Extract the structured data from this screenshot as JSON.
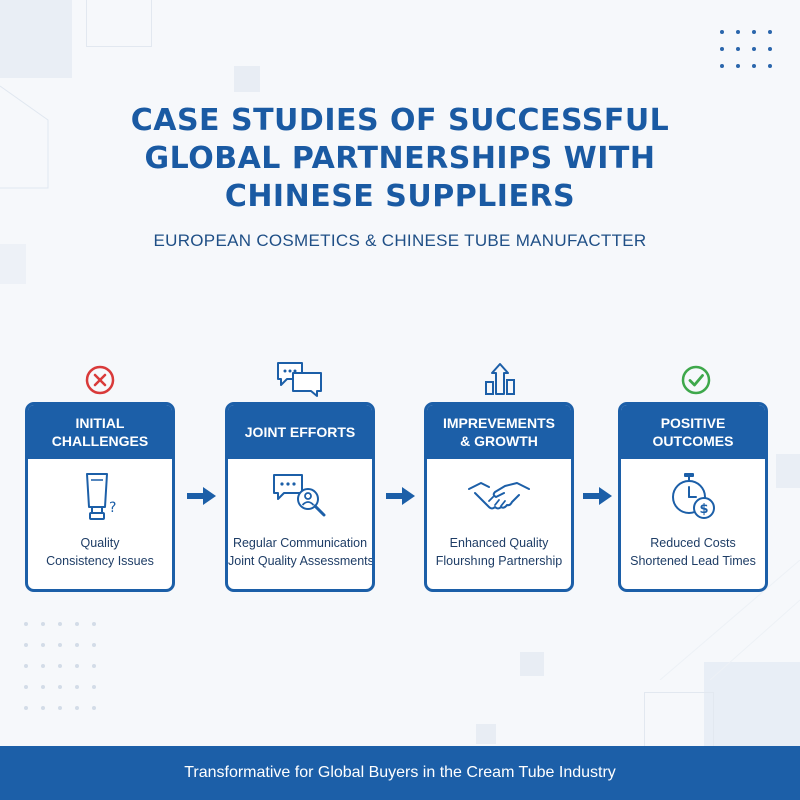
{
  "title": {
    "line1": "CASE STUDIES OF SUCCESSFUL",
    "line2": "GLOBAL PARTNERSHIPS WITH",
    "line3": "CHINESE SUPPLIERS"
  },
  "subtitle": "EUROPEAN COSMETICS & CHINESE TUBE MANUFACTTER",
  "colors": {
    "primary": "#1c5fa8",
    "title": "#1a5aa3",
    "error": "#d93a3a",
    "success": "#3ea84b",
    "background": "#f6f8fb"
  },
  "steps": [
    {
      "header": "INITIAL\nCHALLENGES",
      "top_icon": "x-circle-icon",
      "body_icon": "cream-tube-question-icon",
      "lines": [
        "Quality",
        "Consistency Issues"
      ]
    },
    {
      "header": "JOINT EFFORTS",
      "top_icon": "chat-bubbles-icon",
      "body_icon": "chat-search-icon",
      "lines": [
        "Regular Communication",
        "Joint Quality Assessments"
      ]
    },
    {
      "header": "IMPREVEMENTS\n& GROWTH",
      "top_icon": "growth-arrows-icon",
      "body_icon": "handshake-icon",
      "lines": [
        "Enhanced Quality",
        "Flourshıng Partnership"
      ]
    },
    {
      "header": "POSITIVE\nOUTCOMES",
      "top_icon": "check-circle-icon",
      "body_icon": "stopwatch-dollar-icon",
      "lines": [
        "Reduced Costs",
        "Shortened Lead Times"
      ]
    }
  ],
  "footer": "Transformative for Global Buyers in the Cream Tube Industry"
}
